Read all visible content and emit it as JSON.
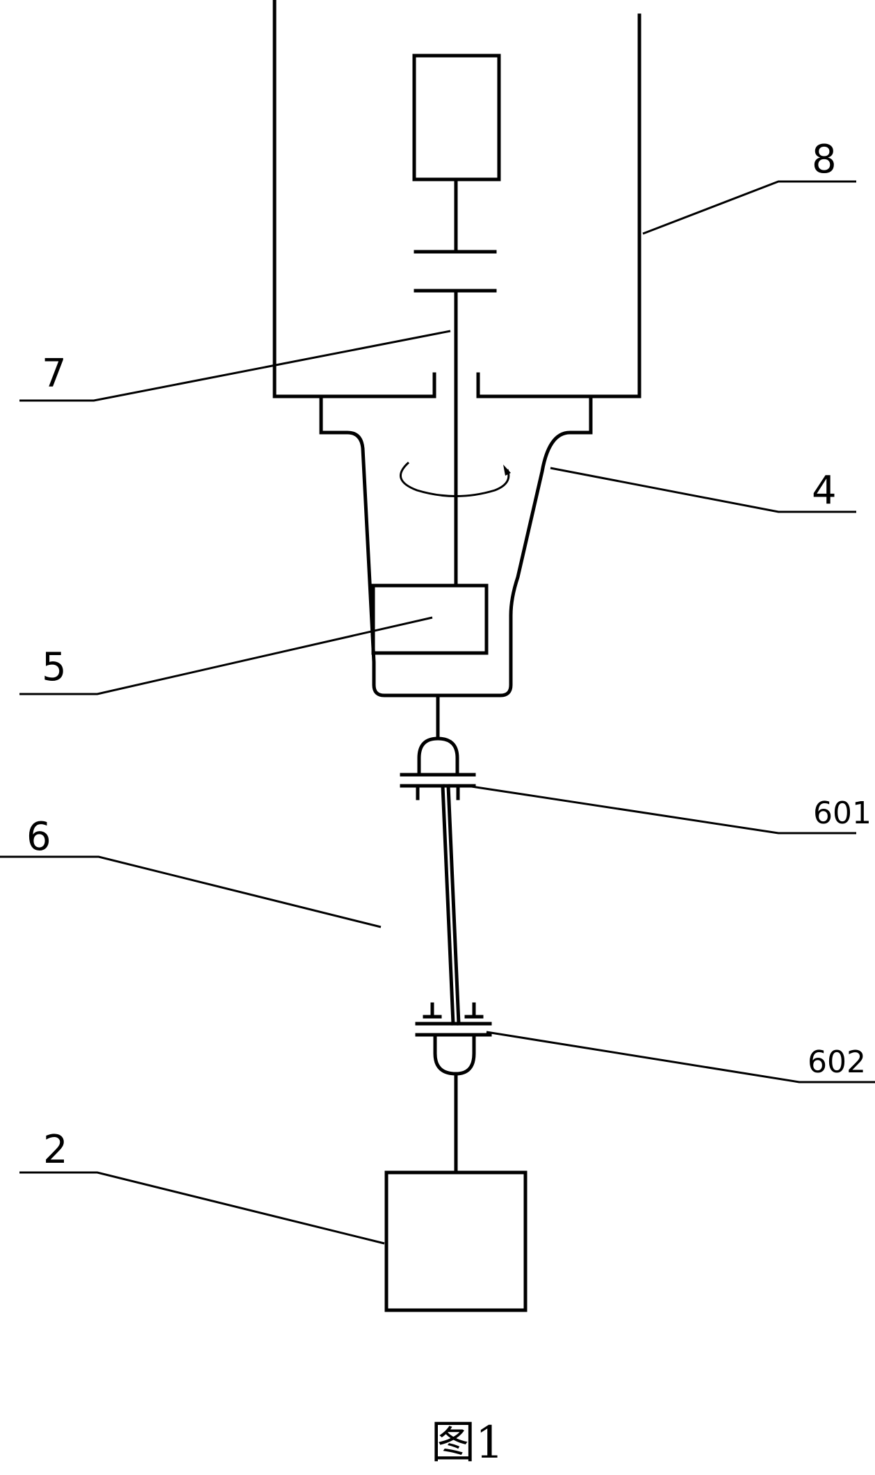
{
  "labels": {
    "label_8": "8",
    "label_7": "7",
    "label_4": "4",
    "label_5": "5",
    "label_6": "6",
    "label_601": "601",
    "label_602": "602",
    "label_2": "2"
  },
  "caption": "图1"
}
